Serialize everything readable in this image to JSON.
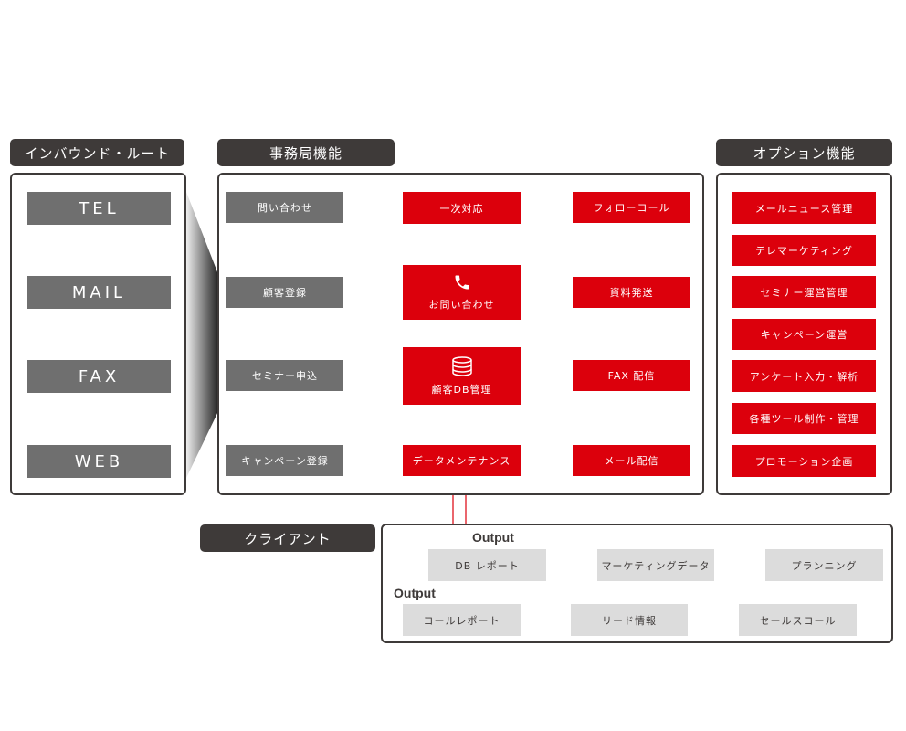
{
  "inbound": {
    "title": "インバウンド・ルート",
    "items": [
      "TEL",
      "MAIL",
      "FAX",
      "WEB"
    ]
  },
  "office": {
    "title": "事務局機能",
    "inputs": [
      "問い合わせ",
      "顧客登録",
      "セミナー申込",
      "キャンペーン登録"
    ],
    "center": {
      "top": "一次対応",
      "inquiry": "お問い合わせ",
      "database": "顧客DB管理",
      "bottom": "データメンテナンス"
    },
    "outputs": [
      "フォローコール",
      "資料発送",
      "FAX 配信",
      "メール配信"
    ]
  },
  "options": {
    "title": "オプション機能",
    "items": [
      "メールニュース管理",
      "テレマーケティング",
      "セミナー運営管理",
      "キャンペーン運営",
      "アンケート入力・解析",
      "各種ツール制作・管理",
      "プロモーション企画"
    ]
  },
  "client": {
    "title": "クライアント",
    "output_label_1": "Output",
    "output_label_2": "Output",
    "row1": [
      "DB レポート",
      "マーケティングデータ",
      "プランニング"
    ],
    "row2": [
      "コールレポート",
      "リード情報",
      "セールスコール"
    ]
  },
  "colors": {
    "accent": "#dc000c",
    "dark": "#3e3a39",
    "gray_box": "#6f6f6f",
    "light_box": "#dcdcdc"
  },
  "icons": {
    "inquiry": "phone-icon",
    "database": "database-icon"
  }
}
